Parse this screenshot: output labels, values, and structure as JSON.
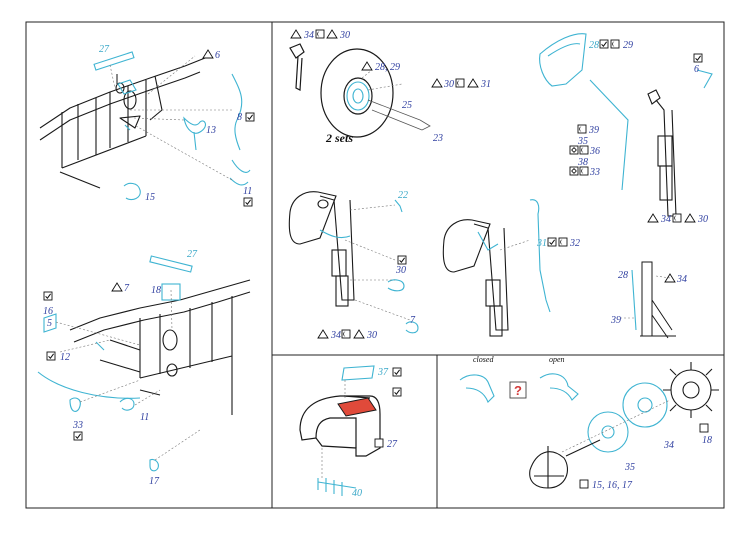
{
  "colors": {
    "ink": "#1a1a1a",
    "photo_etch": "#3fb4d2",
    "callout_red": "#e04a3a",
    "help_badge": "#d23a3a"
  },
  "icons": [
    "triangle-icon",
    "checkbox-icon",
    "half-moon-icon",
    "gear-icon",
    "question-icon"
  ],
  "labels": {
    "p1_27": "27",
    "p1_6": "6",
    "p1_13": "13",
    "p1_8": "8",
    "p1_15": "15",
    "p1_11": "11",
    "p2_27": "27",
    "p2_7": "7",
    "p2_18": "18",
    "p2_16": "16",
    "p2_5": "5",
    "p2_12": "12",
    "p2_11": "11",
    "p2_33": "33",
    "p2_17": "17",
    "w_34": "34",
    "w_30": "30",
    "w_28_29": "28, 29",
    "w_30b": "30",
    "w_31": "31",
    "w_25": "25",
    "w_23": "23",
    "w_two_sets": "2 sets",
    "g1_22": "22",
    "g1_30": "30",
    "g1_7": "7",
    "g1_34": "34",
    "g1_30b": "30",
    "g2_31": "31",
    "g2_32": "32",
    "r_28": "28",
    "r_29": "29",
    "r_6": "6",
    "r_39": "39",
    "r_35": "35",
    "r_36": "36",
    "r_38": "38",
    "r_33": "33",
    "r_34": "34",
    "r_30": "30",
    "s_28": "28",
    "s_34": "34",
    "s_39": "39",
    "c_37": "37",
    "c_27": "27",
    "c_40": "40",
    "e_closed": "closed",
    "e_open": "open",
    "e_18": "18",
    "e_34": "34",
    "e_35": "35",
    "e_15_16_17": "15, 16, 17"
  }
}
